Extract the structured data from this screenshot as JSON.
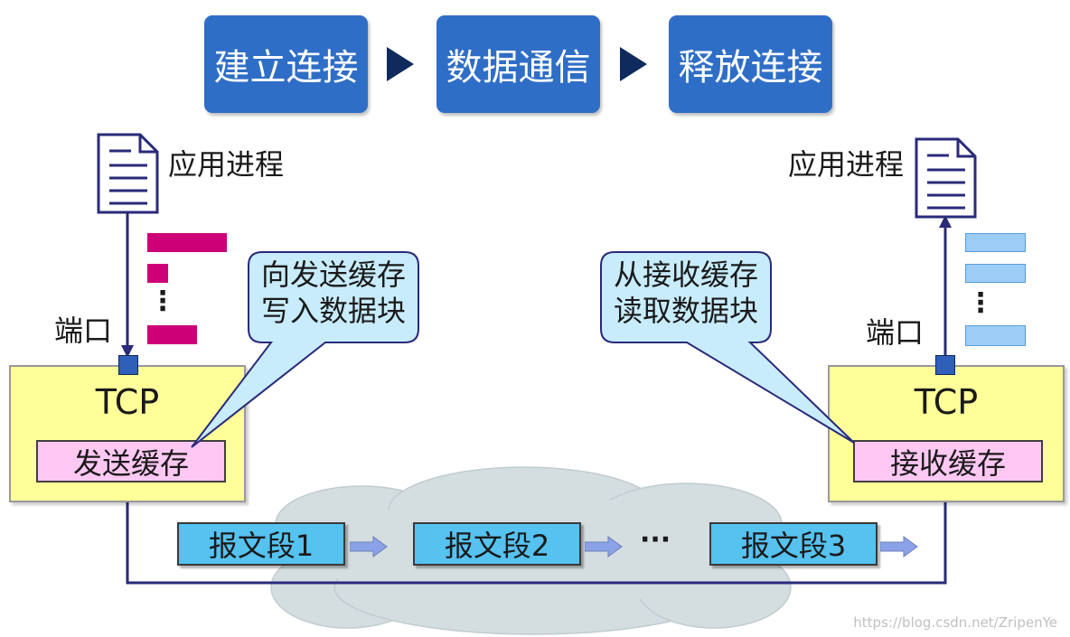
{
  "phases": [
    "建立连接",
    "数据通信",
    "释放连接"
  ],
  "left": {
    "process_label": "应用进程",
    "port_label": "端口",
    "tcp_title": "TCP",
    "buffer_label": "发送缓存",
    "callout": [
      "向发送缓存",
      "写入数据块"
    ],
    "ellipsis": "⋮"
  },
  "right": {
    "process_label": "应用进程",
    "port_label": "端口",
    "tcp_title": "TCP",
    "buffer_label": "接收缓存",
    "callout": [
      "从接收缓存",
      "读取数据块"
    ],
    "ellipsis": "⋮"
  },
  "segments": [
    "报文段1",
    "报文段2",
    "报文段3"
  ],
  "segment_gap": "···",
  "icons": [
    "document-icon",
    "arrow-right-icon",
    "cloud-icon"
  ],
  "colors": {
    "phase_bg": "#2f6ec6",
    "phase_arrow": "#0f2a5c",
    "tcp_bg": "#ffff99",
    "send_buffer": "#ffc8f3",
    "send_data": "#cc0077",
    "recv_data": "#9ccdf7",
    "segment": "#55c2f0",
    "callout": "#c8ecfc",
    "connection_line": "#2a2a7a",
    "cloud": "#d4dde0"
  },
  "watermark": "https://blog.csdn.net/ZripenYe"
}
